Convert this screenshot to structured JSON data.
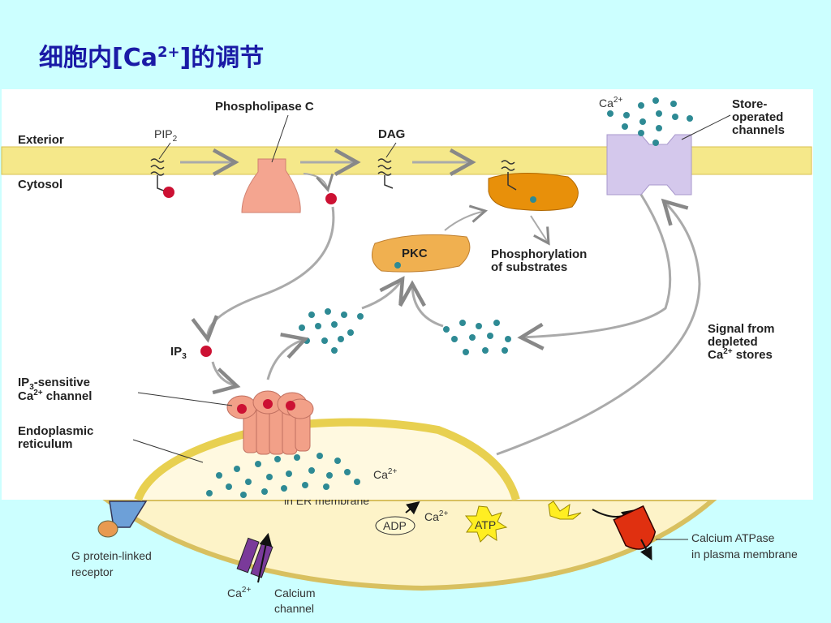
{
  "slide": {
    "title_main": "细胞内[Ca",
    "title_sup": "2+",
    "title_end": "]的调节"
  },
  "labels": {
    "exterior": "Exterior",
    "cytosol": "Cytosol",
    "pip": "PIP",
    "pip_sub": "2",
    "phospholipase": "Phospholipase C",
    "dag": "DAG",
    "ca_top": "Ca",
    "ca_top_sup": "2+",
    "store_line1": "Store-",
    "store_line2": "operated",
    "store_line3": "channels",
    "pkc": "PKC",
    "phos_line1": "Phosphorylation",
    "phos_line2": "of substrates",
    "ip3": "IP",
    "ip3_sub": "3",
    "signal_line1": "Signal from",
    "signal_line2": "depleted",
    "signal_line3": "Ca",
    "signal_line3_sup": "2+",
    "signal_line3_end": " stores",
    "ip3s_line1": "IP",
    "ip3s_line1_sub": "3",
    "ip3s_line1_end": "-sensitive",
    "ip3s_line2": "Ca",
    "ip3s_line2_sup": "2+",
    "ip3s_line2_end": " channel",
    "er_line1": "Endoplasmic",
    "er_line2": "reticulum",
    "ca_er": "Ca",
    "ca_er_sup": "2+",
    "er_membrane_fragment": "in ER membrane",
    "adp": "ADP",
    "ca_lower": "Ca",
    "ca_lower_sup": "2+",
    "atp": "ATP",
    "gprotein_line1": "G protein-linked",
    "gprotein_line2": "receptor",
    "ca_channel_ion": "Ca",
    "ca_channel_ion_sup": "2+",
    "calchan_line1": "Calcium",
    "calchan_line2": "channel",
    "atpase_line1": "Calcium ATPase",
    "atpase_line2": "in plasma membrane"
  },
  "colors": {
    "background": "#ccffff",
    "title": "#1a1aa6",
    "membrane": "#f5e88a",
    "plc": "#f4a590",
    "pkc": "#f0b050",
    "store_channel": "#d4c8ec",
    "ion_dot": "#2e8a94",
    "messenger_dot": "#cc1133"
  }
}
